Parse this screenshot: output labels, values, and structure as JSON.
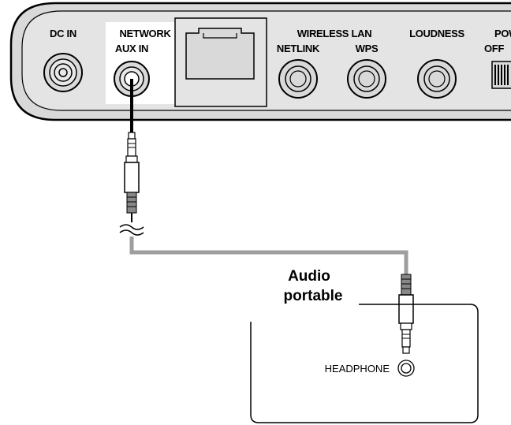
{
  "panel_labels": {
    "dc_in": "DC IN",
    "network": "NETWORK",
    "aux_in": "AUX IN",
    "wireless_lan": "WIRELESS LAN",
    "netlink": "NETLINK",
    "wps": "WPS",
    "loudness": "LOUDNESS",
    "power": "POW",
    "off": "OFF"
  },
  "portable": {
    "title_line1": "Audio",
    "title_line2": "portable",
    "headphone_label": "HEADPHONE"
  }
}
